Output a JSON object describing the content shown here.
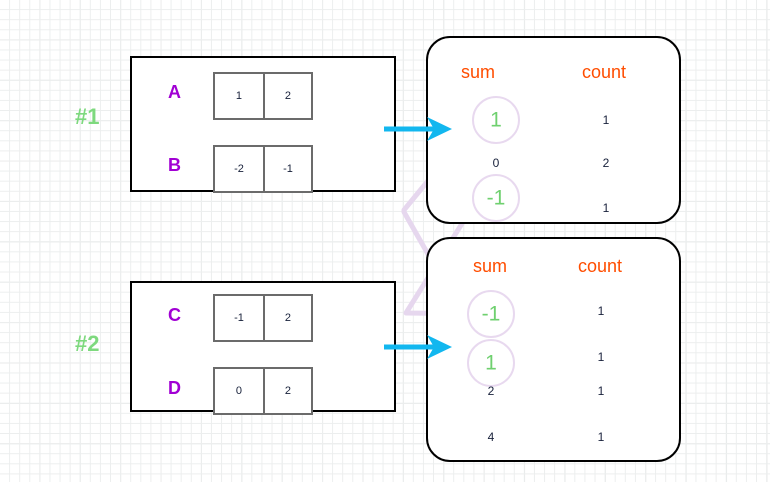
{
  "diagram": {
    "title": "MapReduce shuffle sum/count grouping diagram",
    "accent_orange": "#ff4d00",
    "accent_green": "#7ed97e",
    "accent_purple": "#a100d4",
    "accent_cyan": "#12b7ef",
    "link_color": "#e6d7ee"
  },
  "groups": [
    {
      "label": "#1",
      "rows": [
        {
          "name": "A",
          "cells": [
            "1",
            "2"
          ]
        },
        {
          "name": "B",
          "cells": [
            "-2",
            "-1"
          ]
        }
      ]
    },
    {
      "label": "#2",
      "rows": [
        {
          "name": "C",
          "cells": [
            "-1",
            "2"
          ]
        },
        {
          "name": "D",
          "cells": [
            "0",
            "2"
          ]
        }
      ]
    }
  ],
  "tables": [
    {
      "headers": {
        "sum": "sum",
        "count": "count"
      },
      "rows": [
        {
          "sum": "1",
          "count": "1",
          "highlighted": true
        },
        {
          "sum": "0",
          "count": "2",
          "highlighted": false
        },
        {
          "sum": "-1",
          "count": "1",
          "highlighted": true
        }
      ]
    },
    {
      "headers": {
        "sum": "sum",
        "count": "count"
      },
      "rows": [
        {
          "sum": "-1",
          "count": "1",
          "highlighted": true
        },
        {
          "sum": "1",
          "count": "1",
          "highlighted": true
        },
        {
          "sum": "2",
          "count": "1",
          "highlighted": false
        },
        {
          "sum": "4",
          "count": "1",
          "highlighted": false
        }
      ]
    }
  ],
  "arrows": [
    {
      "name": "arrow-group1-to-table1"
    },
    {
      "name": "arrow-group2-to-table2"
    }
  ],
  "links": [
    {
      "name": "link-table1-one-to-table2-one"
    },
    {
      "name": "link-table1-minusone-to-table2-minusone"
    }
  ]
}
